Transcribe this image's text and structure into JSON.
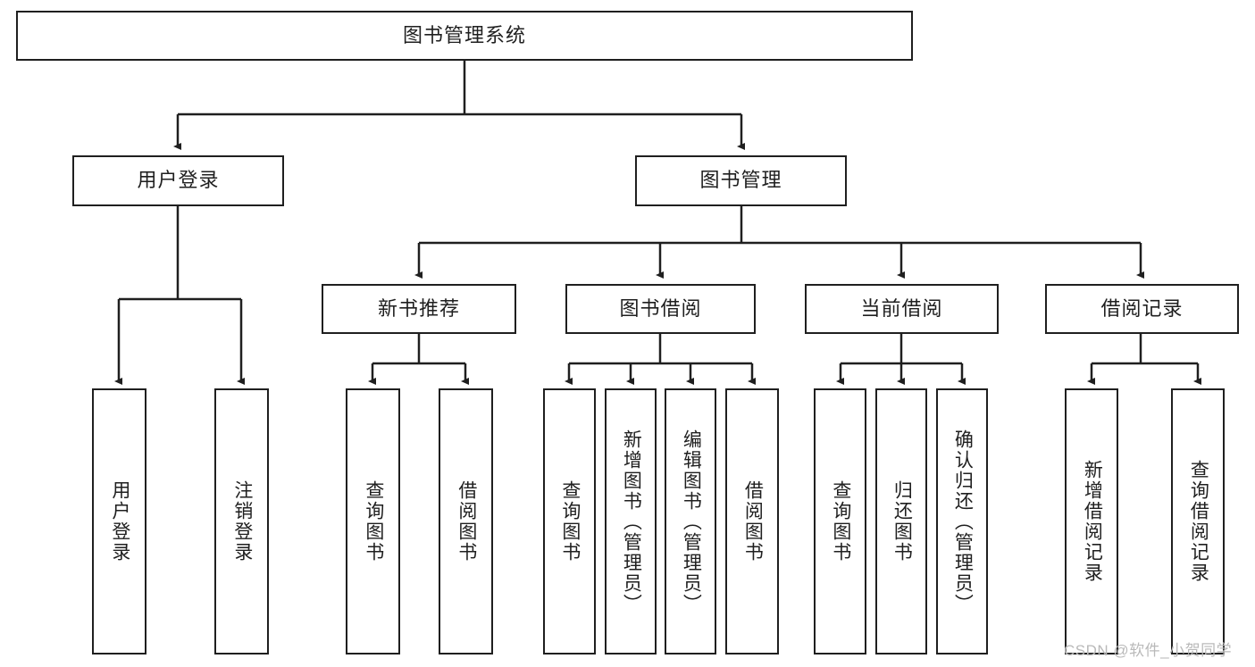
{
  "diagram": {
    "title": "图书管理系统",
    "type": "tree-hierarchy-chart",
    "colors": {
      "stroke": "#1f1f1f",
      "fill": "#ffffff",
      "background": "#ffffff",
      "watermark": "#b9b9b9"
    }
  },
  "watermark": {
    "text": "CSDN @软件_小贺同学"
  },
  "nodes": {
    "root": {
      "label": "图书管理系统"
    },
    "level1": [
      {
        "label": "用户登录"
      },
      {
        "label": "图书管理"
      }
    ],
    "level2": [
      {
        "label": "新书推荐"
      },
      {
        "label": "图书借阅"
      },
      {
        "label": "当前借阅"
      },
      {
        "label": "借阅记录"
      }
    ],
    "leaves_user_login": [
      {
        "label": "用户登录"
      },
      {
        "label": "注销登录"
      }
    ],
    "leaves_new_book": [
      {
        "label": "查询图书"
      },
      {
        "label": "借阅图书"
      }
    ],
    "leaves_borrow": [
      {
        "label": "查询图书"
      },
      {
        "label": "新增图书（管理员）"
      },
      {
        "label": "编辑图书（管理员）"
      },
      {
        "label": "借阅图书"
      }
    ],
    "leaves_current": [
      {
        "label": "查询图书"
      },
      {
        "label": "归还图书"
      },
      {
        "label": "确认归还（管理员）"
      }
    ],
    "leaves_records": [
      {
        "label": "新增借阅记录"
      },
      {
        "label": "查询借阅记录"
      }
    ]
  }
}
